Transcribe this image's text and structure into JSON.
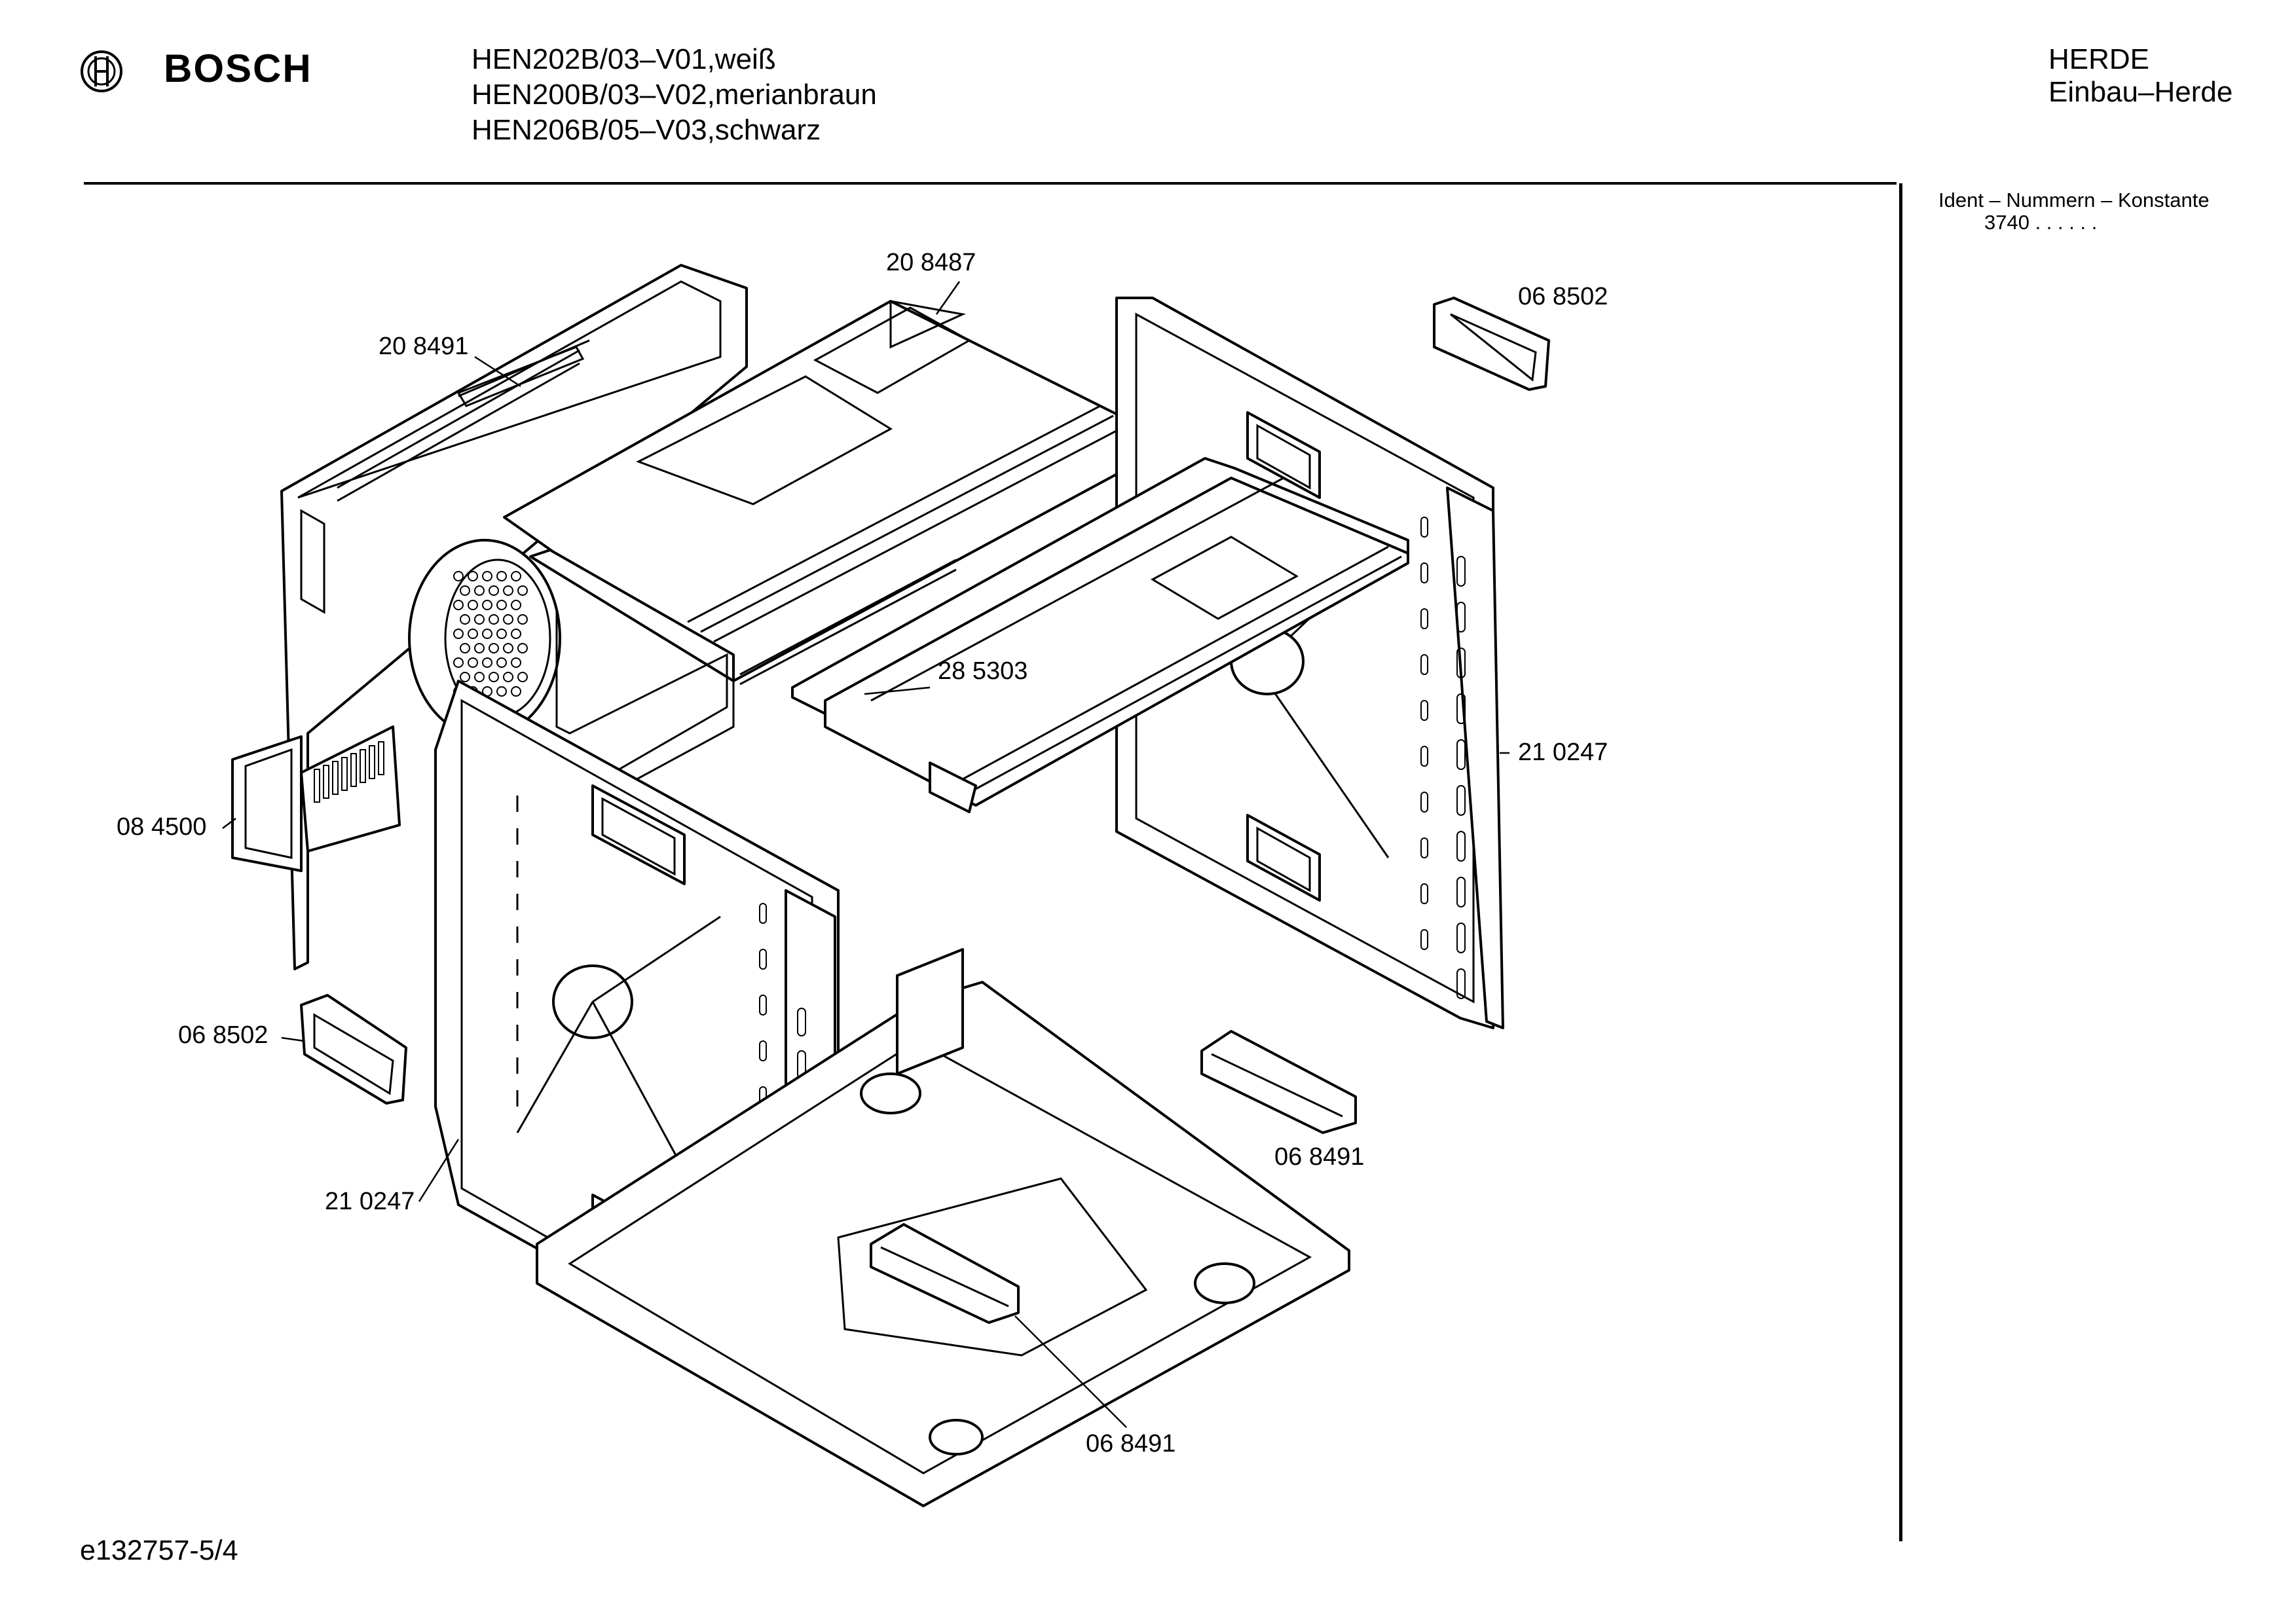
{
  "header": {
    "brand": "BOSCH",
    "logo_icon": "bosch-armature-icon",
    "models": [
      "HEN202B/03–V01,weiß",
      "HEN200B/03–V02,merianbraun",
      "HEN206B/05–V03,schwarz"
    ],
    "category": "HERDE",
    "subcategory": "Einbau–Herde"
  },
  "sidebar": {
    "ident_heading": "Ident – Nummern – Konstante",
    "ident_value": "3740  .   .   .   .  .  ."
  },
  "diagram": {
    "labels": {
      "top_panel": "20 8487",
      "rear_panel": "20 8491",
      "right_clip": "06 8502",
      "inner_tray": "28 5303",
      "right_side_panel": "21 0247",
      "connector_block": "08 4500",
      "left_clip": "06 8502",
      "bracket_right": "06 8491",
      "left_side_panel": "21 0247",
      "bracket_bottom": "06 8491"
    }
  },
  "footer": {
    "doc_id": "e132757-5/4"
  }
}
